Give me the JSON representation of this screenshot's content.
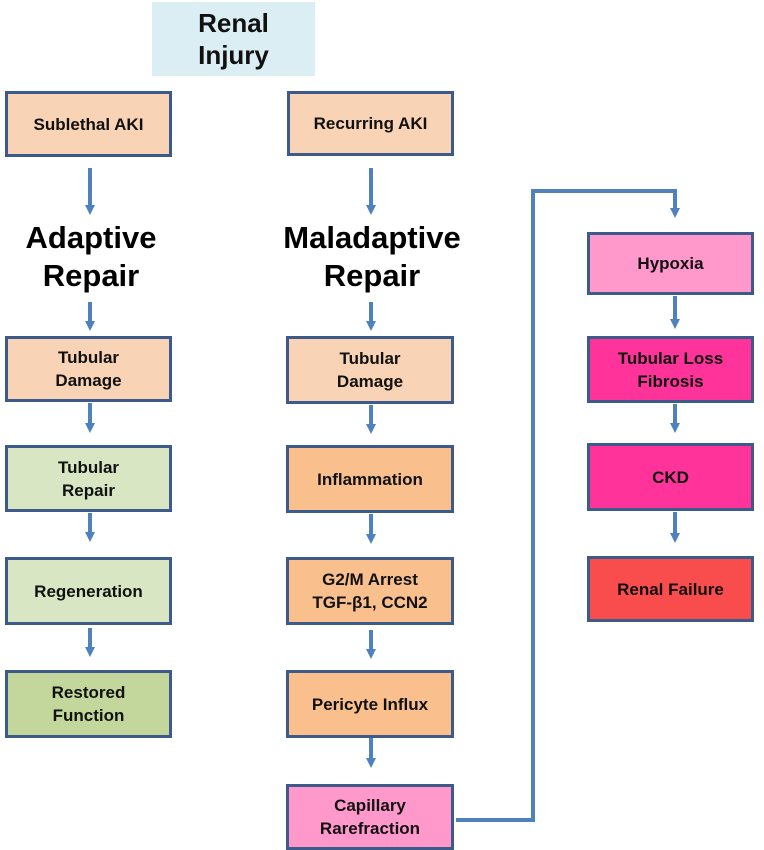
{
  "title": "Renal\nInjury",
  "left": {
    "start": "Sublethal AKI",
    "heading": "Adaptive\nRepair",
    "steps": [
      "Tubular\nDamage",
      "Tubular\nRepair",
      "Regeneration",
      "Restored\nFunction"
    ]
  },
  "middle": {
    "start": "Recurring AKI",
    "heading": "Maladaptive\nRepair",
    "steps": [
      "Tubular\nDamage",
      "Inflammation",
      "G2/M Arrest\nTGF-β1, CCN2",
      "Pericyte Influx",
      "Capillary\nRarefraction"
    ]
  },
  "right": {
    "steps": [
      "Hypoxia",
      "Tubular Loss\nFibrosis",
      "CKD",
      "Renal Failure"
    ]
  },
  "colors": {
    "border": "#3c5a8a",
    "arrow": "#4f81bd",
    "title_fill": "#dbeef4",
    "peach": "#f9d3b5",
    "light_green": "#d9e6c3",
    "green": "#c3d69b",
    "orange": "#f9c08e",
    "pink": "#ff99cc",
    "magenta": "#ff3399",
    "red": "#f94d4d"
  }
}
